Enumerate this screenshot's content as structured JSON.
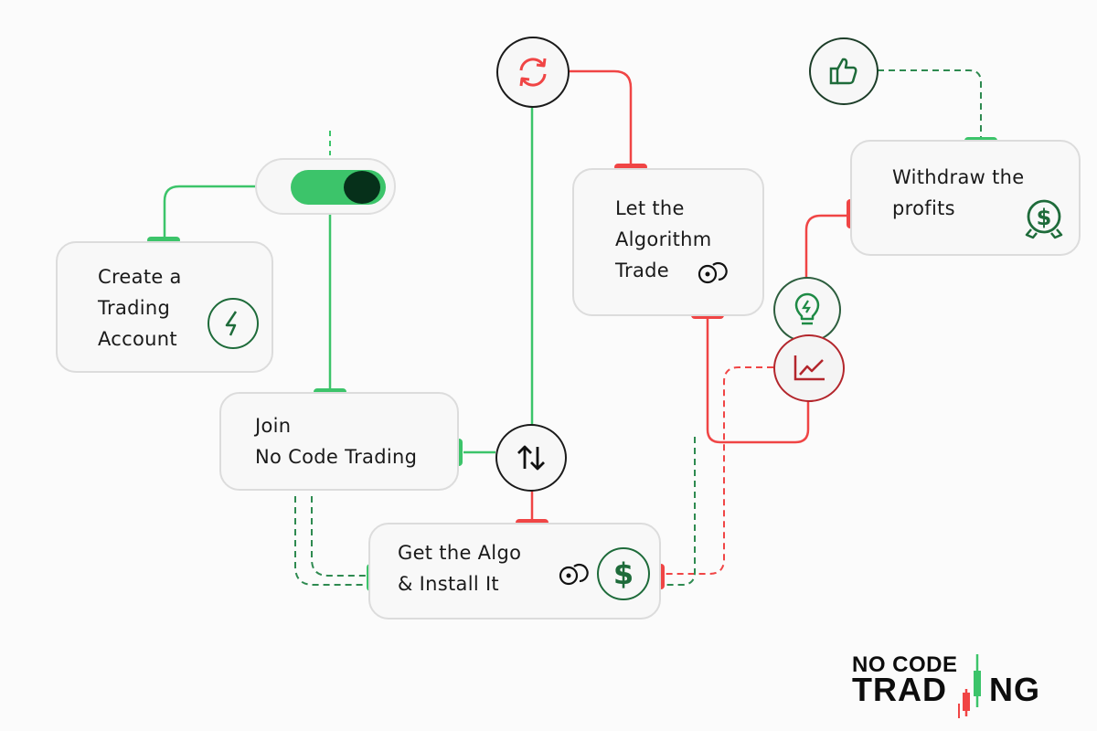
{
  "colors": {
    "green": "#3cc46a",
    "dark_green": "#1e6b3a",
    "red": "#f04545",
    "dark_red": "#b3262c",
    "card_border": "#dcdcdc",
    "knob": "#06301a"
  },
  "steps": [
    {
      "label": "Create a\nTrading\nAccount",
      "icon": "lightning-icon"
    },
    {
      "label": "Join\nNo Code Trading",
      "icon": ""
    },
    {
      "label": "Get the Algo\n& Install It",
      "icon": "dollar-icon"
    },
    {
      "label": "Let the\nAlgorithm\nTrade",
      "icon": "link-rings-icon"
    },
    {
      "label": "Withdraw the\nprofits",
      "icon": "money-bag-icon"
    }
  ],
  "nodes": {
    "toggle": {
      "state": "on"
    },
    "refresh": "refresh-icon",
    "exchange": "up-down-arrows-icon",
    "thumbs_up": "thumbs-up-icon",
    "bulb": "lightbulb-icon",
    "chart": "line-chart-icon"
  },
  "logo": {
    "line1": "NO CODE",
    "line2a": "TRAD",
    "line2b": "NG"
  }
}
